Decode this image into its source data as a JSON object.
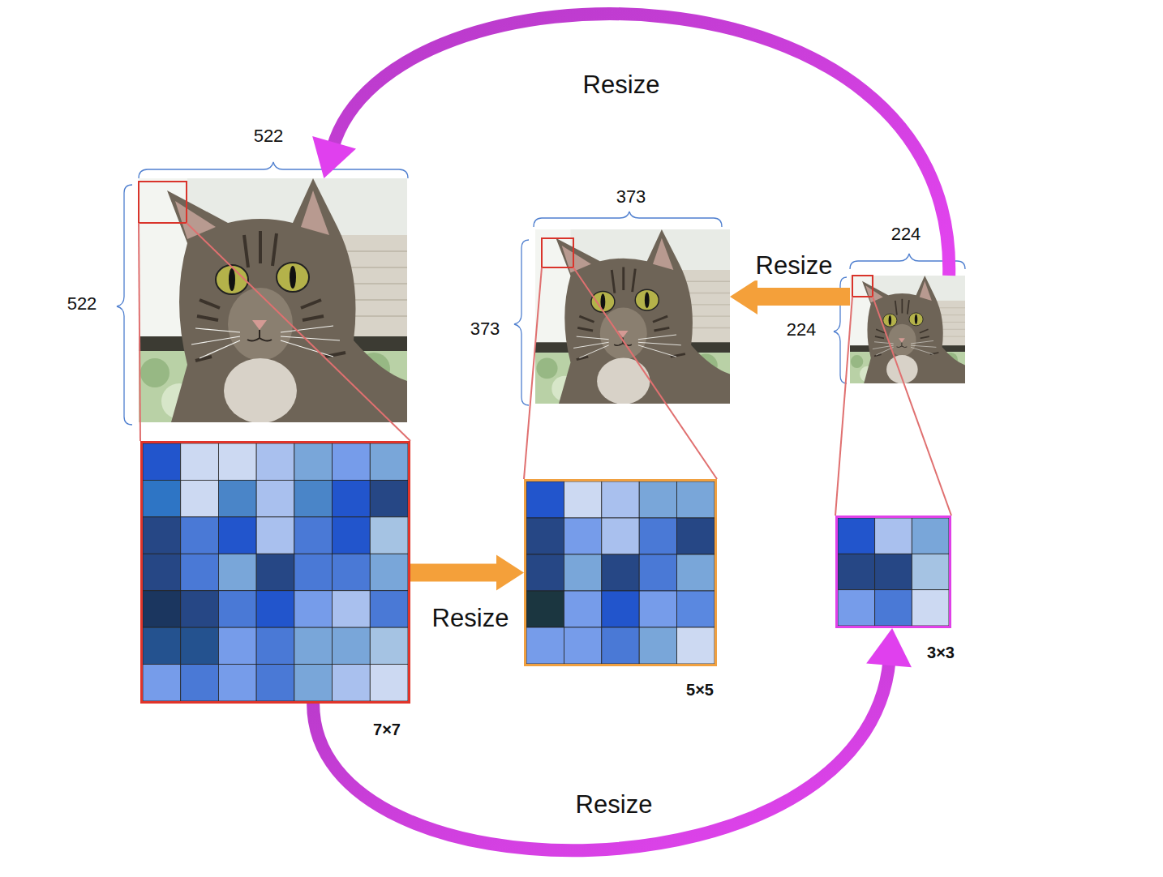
{
  "diagram": {
    "nodes": [
      {
        "text": [
          "522",
          "522"
        ]
      },
      {
        "text": [
          "373",
          "373"
        ]
      },
      {
        "text": [
          "224",
          "224"
        ]
      },
      {
        "text": [
          "7×7"
        ]
      },
      {
        "text": [
          "5×5"
        ]
      },
      {
        "text": [
          "3×3"
        ]
      }
    ],
    "edges": [
      {
        "from": 2,
        "to": 1,
        "arrow": "to",
        "label": "Resize"
      },
      {
        "from": 3,
        "to": 4,
        "arrow": "to",
        "label": "Resize"
      },
      {
        "from": 3,
        "to": 5,
        "arrow": "to",
        "label": "Resize"
      },
      {
        "from": 2,
        "to": 0,
        "arrow": "to",
        "label": "Resize"
      }
    ]
  }
}
